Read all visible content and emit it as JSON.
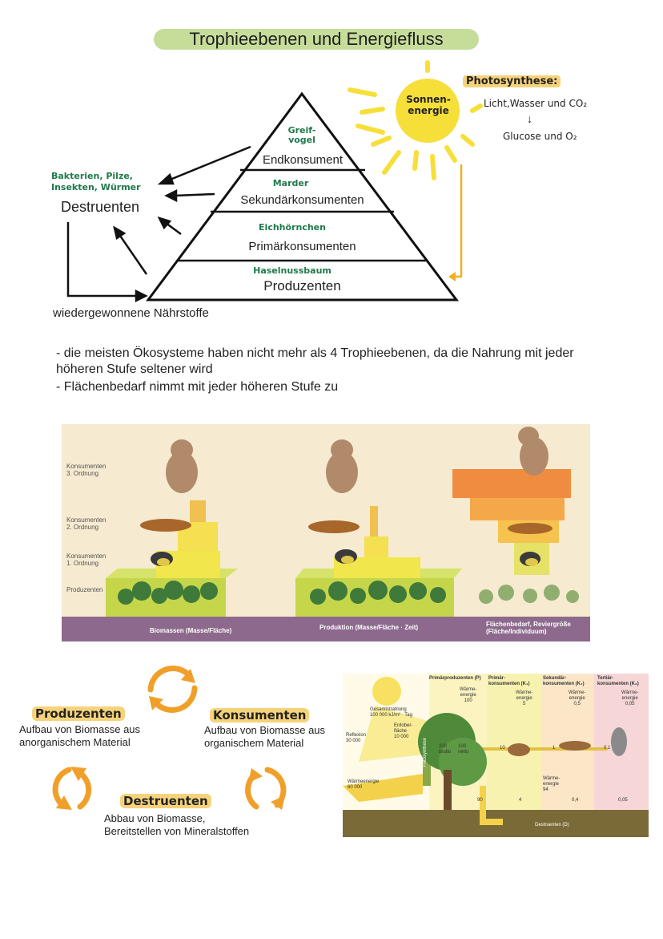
{
  "title": "Trophieebenen und Energiefluss",
  "pyramid": {
    "levels": [
      {
        "organism": "Greif-\nvogel",
        "label": "Endkonsument"
      },
      {
        "organism": "Marder",
        "label": "Sekundärkonsumenten"
      },
      {
        "organism": "Eichhörnchen",
        "label": "Primärkonsumenten"
      },
      {
        "organism": "Haselnussbaum",
        "label": "Produzenten"
      }
    ],
    "sun_label": "Sonnen-\nenergie",
    "photosynthesis": {
      "heading": "Photosynthese:",
      "inputs": "Licht,Wasser und CO₂",
      "arrow": "↓",
      "outputs": "Glucose und O₂"
    },
    "destruents_organisms": "Bakterien, Pilze,\nInsekten, Würmer",
    "destruents_label": "Destruenten",
    "recycled": "wiedergewonnene Nährstoffe"
  },
  "notes": [
    "- die meisten Ökosysteme haben nicht mehr als 4 Trophieebenen, da die Nahrung mit jeder höheren Stufe seltener wird",
    "- Flächenbedarf nimmt mit jeder höheren Stufe zu"
  ],
  "figure1": {
    "row_labels": [
      "Konsumenten\n3. Ordnung",
      "Konsumenten\n2. Ordnung",
      "Konsumenten\n1. Ordnung",
      "Produzenten"
    ],
    "captions": [
      "Biomassen (Masse/Fläche)",
      "Produktion (Masse/Fläche · Zeit)",
      "Flächenbedarf, Reviergröße\n(Fläche/Individuum)"
    ]
  },
  "cycle": {
    "produzenten": {
      "title": "Produzenten",
      "desc": "Aufbau von Biomasse aus\nanorganischem Material"
    },
    "konsumenten": {
      "title": "Konsumenten",
      "desc": "Aufbau von Biomasse aus\norganischem Material"
    },
    "destruenten": {
      "title": "Destruenten",
      "desc": "Abbau von Biomasse,\nBereitstellen von Mineralstoffen"
    }
  },
  "figure2": {
    "columns": [
      "Primärproduzenten (P)",
      "Primär-\nkonsumenten (K₁)",
      "Sekundär-\nkonsumenten (K₂)",
      "Tertiär-\nkonsumenten (K₃)"
    ],
    "heat_labels": [
      "Wärme-\nenergie\n100",
      "Wärme-\nenergie\n5",
      "Wärme-\nenergie\n0,5",
      "Wärme-\nenergie\n0,05"
    ],
    "radiation": "Gesamtstrahlung\n100 000 kJ/m² · Tag",
    "reflexion": "Reflexion\n30 000",
    "surface": "Erdober-\nfläche\n10 000",
    "photosynthesis_bar": "Fotosynthese",
    "brutto": "200\nbrutto",
    "netto": "100\nnetto",
    "heat_main": "Wärmeenergie\n60 000",
    "flow_values": [
      "10",
      "1",
      "0,1"
    ],
    "heat_k1": "Wärme-\nenergie\n94",
    "bottom_values": [
      "90",
      "4",
      "0,4",
      "0,05"
    ],
    "destruents": "Destruenten (D)"
  },
  "colors": {
    "title_bg": "#c6dd9a",
    "highlight": "#f6d37a",
    "arrow_orange": "#f0a02a",
    "handwriting_green": "#1f7a4a",
    "sun": "#f7df3a"
  }
}
